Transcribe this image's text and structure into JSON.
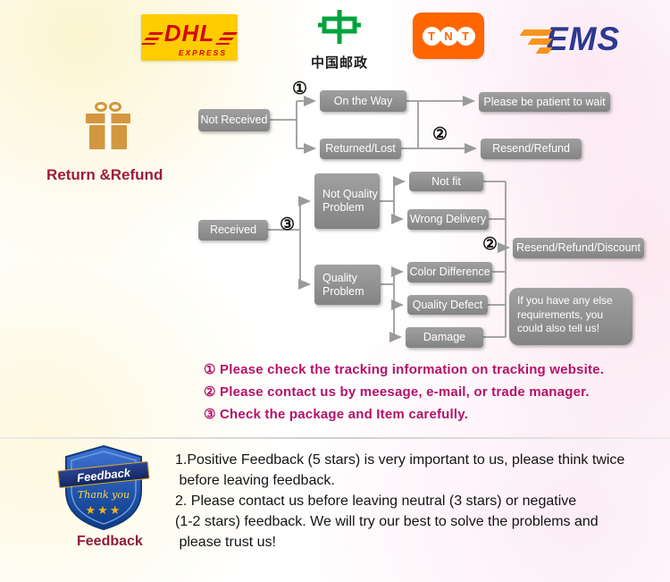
{
  "colors": {
    "dhl_yellow": "#FFCC00",
    "dhl_red": "#D40511",
    "china_post_green": "#00A33E",
    "tnt_orange": "#FF6600",
    "ems_blue": "#2B3990",
    "ems_orange": "#F7941D",
    "flow_box_gray": "#8F8F8F",
    "legend_text": "#B4126A",
    "section_label_red": "#9C1B3C"
  },
  "logos": {
    "dhl": {
      "name": "DHL",
      "express": "EXPRESS"
    },
    "china_post": {
      "caption": "中国邮政"
    },
    "tnt": {
      "l1": "T",
      "l2": "N",
      "l3": "T"
    },
    "ems": {
      "name": "EMS"
    }
  },
  "flowchart": {
    "section_label": "Return &Refund",
    "marker1": "①",
    "marker2": "②",
    "marker3": "③",
    "not_received": "Not Received",
    "on_the_way": "On the Way",
    "be_patient": "Please be patient to wait",
    "returned_lost": "Returned/Lost",
    "resend_refund": "Resend/Refund",
    "received": "Received",
    "not_quality_problem": "Not Quality Problem",
    "not_fit": "Not fit",
    "wrong_delivery": "Wrong Delivery",
    "quality_problem": "Quality Problem",
    "color_difference": "Color Difference",
    "quality_defect": "Quality Defect",
    "damage": "Damage",
    "resend_refund_discount": "Resend/Refund/Discount",
    "note": "If you have any else requirements, you could also tell us!"
  },
  "legend": {
    "item1": "① Please check the tracking information on tracking website.",
    "item2": "② Please contact us by meesage, e-mail, or trade manager.",
    "item3": "③ Check the package and Item carefully."
  },
  "feedback": {
    "label": "Feedback",
    "ribbon": "Feedback",
    "script": "Thank you",
    "stars": "★★★",
    "line1": "1.Positive Feedback (5 stars) is very important to us, please think twice",
    "line2": " before leaving feedback.",
    "line3": "2. Please contact us before leaving neutral (3 stars) or negative",
    "line4": "(1-2 stars) feedback. We will try our best to solve the problems and",
    "line5": " please trust us!"
  }
}
